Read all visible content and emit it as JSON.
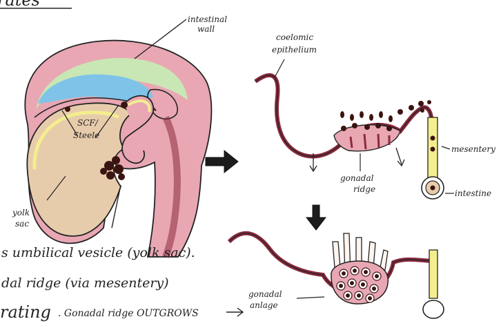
{
  "header": {
    "fragment": "rates"
  },
  "labels": {
    "intestinal_wall_1": "intestinal",
    "intestinal_wall_2": "wall",
    "scf_1": "SCF/",
    "scf_2": "Steele",
    "yolk_sac_1": "yolk",
    "yolk_sac_2": "sac",
    "coelomic_1": "coelomic",
    "coelomic_2": "epithelium",
    "mesentery": "mesentery",
    "gonadal_ridge_1": "gonadal",
    "gonadal_ridge_2": "ridge",
    "intestine": "intestine",
    "gonadal_anlage_1": "gonadal",
    "gonadal_anlage_2": "anlage"
  },
  "notes": {
    "line1": "s umbilical vesicle (yolk sac).",
    "line2": "dal ridge (via mesentery)",
    "line3_a": "rating",
    "line3_b": ". Gonadal ridge OUTGROWS"
  },
  "colors": {
    "ink": "#222222",
    "pink": "#e8a7b3",
    "maroon": "#8a2a3e",
    "beige": "#e7ccac",
    "blue": "#7fc4e8",
    "green": "#c9e7b4",
    "yellow": "#f4ee8e",
    "cell": "#3a1410"
  }
}
